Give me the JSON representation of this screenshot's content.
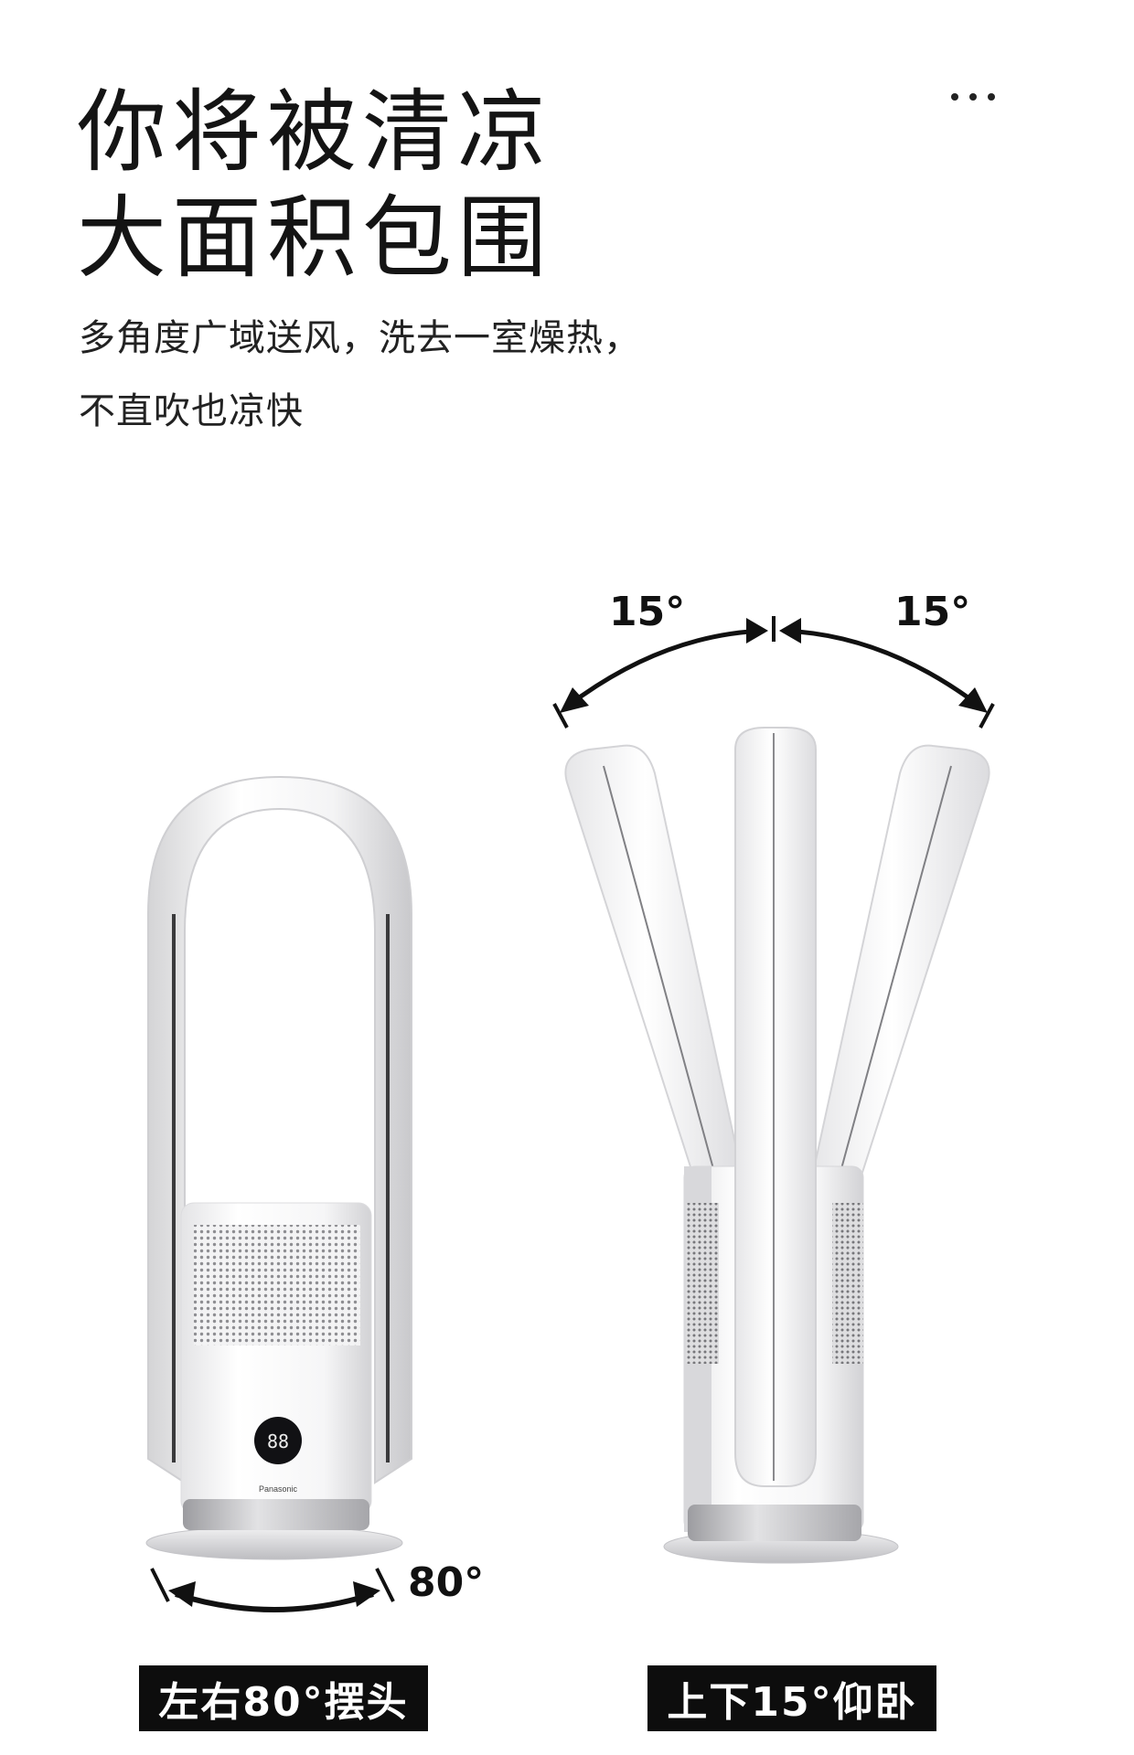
{
  "header": {
    "more_icon": "more-horizontal-icon",
    "headline": [
      "你将被清凉",
      "大面积包围"
    ],
    "subtitle": [
      "多角度广域送风，洗去一室燥热，",
      "不直吹也凉快"
    ]
  },
  "left_product": {
    "display_reading": "88",
    "brand": "Panasonic",
    "rotation_label": "80°",
    "caption": "左右80°摆头"
  },
  "right_product": {
    "tilt_left_label": "15°",
    "tilt_right_label": "15°",
    "caption": "上下15°仰卧"
  },
  "colors": {
    "text": "#141414",
    "caption_bg": "#0d0d0d",
    "caption_text": "#ffffff",
    "device_white": "#ffffff",
    "device_silver": "#b8b8bc"
  }
}
